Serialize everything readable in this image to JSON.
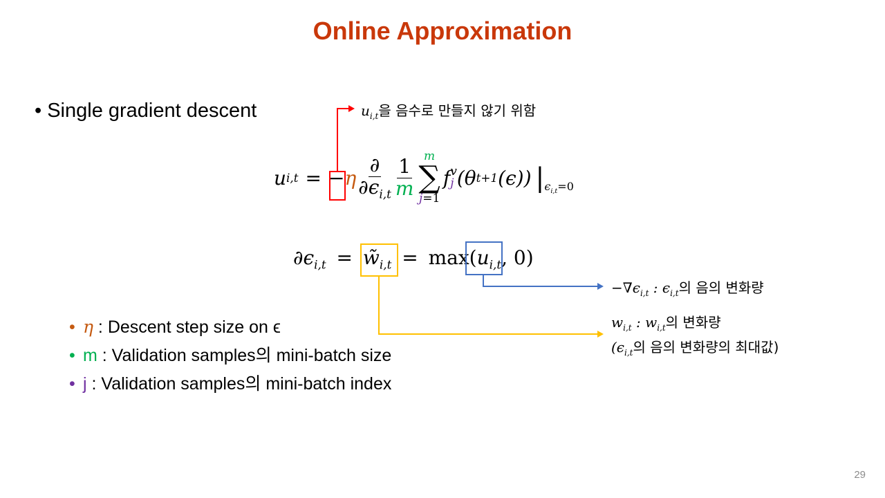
{
  "slide": {
    "title": "Online Approximation",
    "bullet": "Single gradient descent",
    "page_number": "29"
  },
  "annotations": {
    "red_note_var": "u",
    "red_note_sub": "i,t",
    "red_note_text": "을 음수로 만들지 않기 위함",
    "blue_note_prefix": "−∇ϵ",
    "blue_note_sub": "i,t",
    "blue_note_mid": " : ϵ",
    "blue_note_sub2": "i,t",
    "blue_note_text": "의 음의 변화량",
    "yellow_note_var": "w",
    "yellow_note_sub": "i,t",
    "yellow_note_mid": " : w",
    "yellow_note_sub2": "i,t",
    "yellow_note_text": "의 변화량",
    "yellow_note_line2_open": "(ϵ",
    "yellow_note_line2_sub": "i,t",
    "yellow_note_line2_text": "의 음의 변화량의 최대값)"
  },
  "equation1": {
    "lhs": "u",
    "lhs_sub": "i,t",
    "equals": "=",
    "minus": "−",
    "eta": "η",
    "d_num": "∂",
    "d_den": "∂ϵ",
    "d_den_sub": "i,t",
    "one": "1",
    "m": "m",
    "sum_upper": "m",
    "sum_lower_j": "j",
    "sum_lower_rest": "=1",
    "sigma": "∑",
    "f": "f",
    "f_sup": "v",
    "f_sub": "j",
    "arg": "(θ",
    "arg_sub": "t+1",
    "arg_rest": "(ϵ))",
    "eval_bar": "|",
    "eval_sub": "ϵ",
    "eval_sub2": "i,t",
    "eval_sub3": "=0"
  },
  "equation2": {
    "lhs": "∂ϵ",
    "lhs_sub": "i,t",
    "equals": "=",
    "w": "w̃",
    "w_sub": "i,t",
    "equals2": "=",
    "max": "max(",
    "u": "u",
    "u_sub": "i,t",
    "rest": ", 0)"
  },
  "legend": [
    {
      "symbol": "η",
      "text": " : Descent step size on ϵ",
      "color": "#C55A11"
    },
    {
      "symbol": "m",
      "text": " : Validation samples의 mini-batch size",
      "color": "#00B050"
    },
    {
      "symbol": "j",
      "text": " : Validation samples의 mini-batch index",
      "color": "#7030A0"
    }
  ],
  "colors": {
    "title": "#C9380A",
    "eta": "#C55A11",
    "m": "#00B050",
    "j": "#7030A0",
    "red_box": "#FF0000",
    "yellow_box": "#FFC000",
    "blue_box": "#4472C4"
  }
}
